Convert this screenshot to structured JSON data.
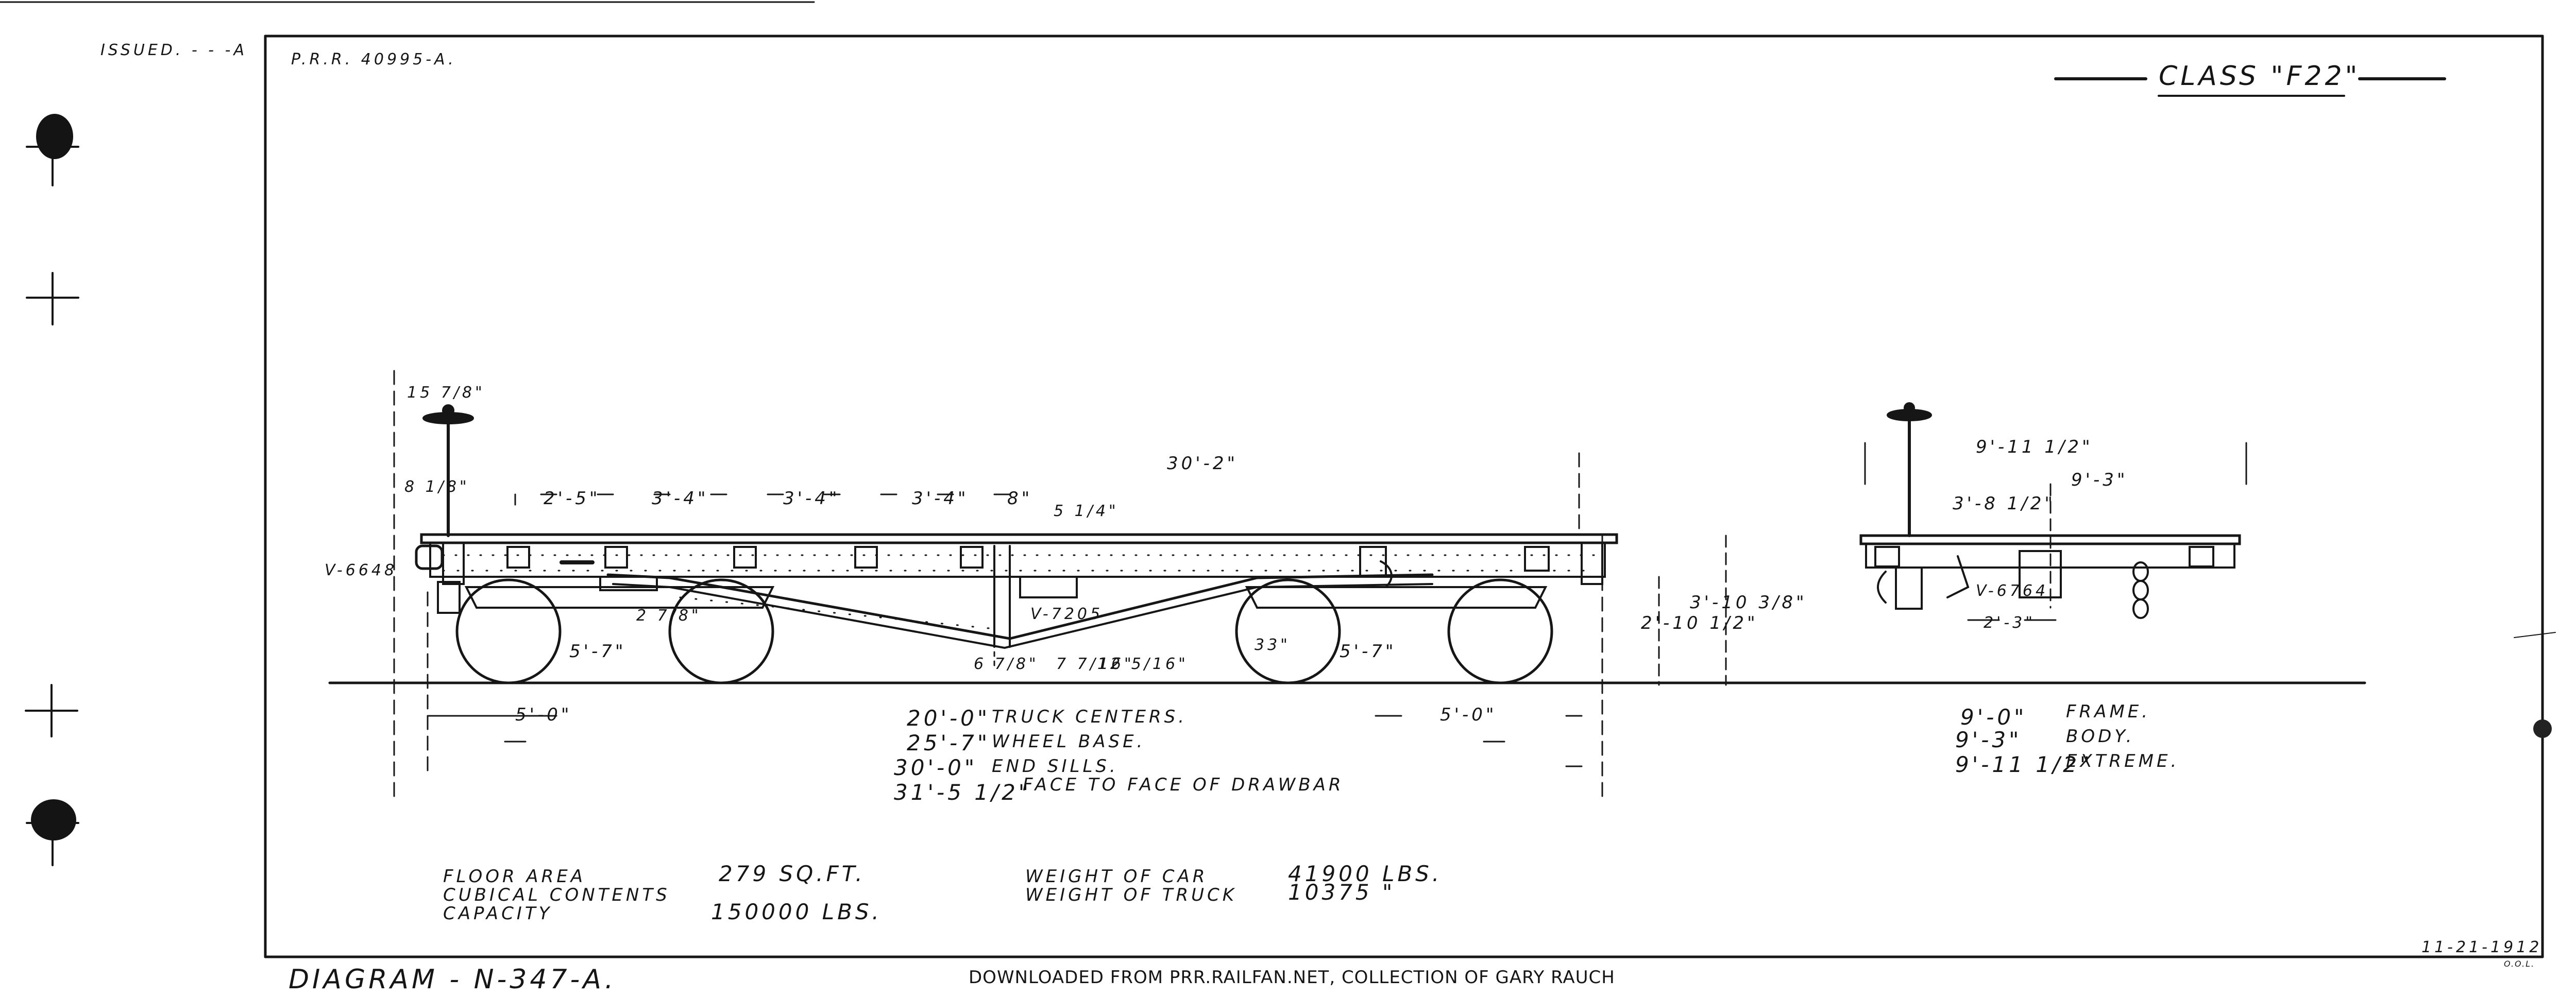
{
  "header": {
    "issued": "ISSUED. - - -A",
    "prr_number": "P.R.R. 40995-A.",
    "class_title": "CLASS \"F22\""
  },
  "side_view": {
    "overall_top": "30'-2\"",
    "segments": [
      "2'-5\"",
      "3'-4\"",
      "3'-4\"",
      "3'-4\"",
      "8\""
    ],
    "brake_offset": "15 7/8\"",
    "brake_height": "8 1/8\"",
    "small_top": "5 1/4\"",
    "coupler_ref": "V-6648",
    "bolster_ref": "V-7205",
    "fishbelly_left": "2 7/8\"",
    "wheel_left": "5'-7\"",
    "wheel_right": "5'-7\"",
    "wheel_dia": "33\"",
    "dim_a": "6 7/8\"",
    "dim_b": "7 7/16\"",
    "dim_c": "12 5/16\"",
    "height_deck": "2'-10 1/2\"",
    "height_top": "3'-10 3/8\"",
    "end_left": "5'-0\"",
    "end_right": "5'-0\""
  },
  "lengths": [
    {
      "value": "20'-0\"",
      "label": "TRUCK CENTERS."
    },
    {
      "value": "25'-7\"",
      "label": "WHEEL BASE."
    },
    {
      "value": "30'-0\"",
      "label": "END SILLS."
    },
    {
      "value": "31'-5 1/2\"",
      "label": "FACE TO FACE OF DRAWBAR"
    }
  ],
  "end_view": {
    "top_width": "9'-11 1/2\"",
    "width_2": "9'-3\"",
    "offset": "3'-8 1/2\"",
    "ref": "V-6764",
    "bottom": "2'-3\""
  },
  "widths": [
    {
      "value": "9'-0\"",
      "label": "FRAME."
    },
    {
      "value": "9'-3\"",
      "label": "BODY."
    },
    {
      "value": "9'-11 1/2\"",
      "label": "EXTREME."
    }
  ],
  "specs_left": [
    {
      "label": "FLOOR AREA",
      "value": "279 SQ.FT."
    },
    {
      "label": "CUBICAL CONTENTS",
      "value": ""
    },
    {
      "label": "CAPACITY",
      "value": "150000 LBS."
    }
  ],
  "specs_right": [
    {
      "label": "WEIGHT OF CAR",
      "value": "41900 LBS."
    },
    {
      "label": "WEIGHT OF TRUCK",
      "value": "10375 \""
    }
  ],
  "footer": {
    "diagram": "DIAGRAM - N-347-A.",
    "credit": "DOWNLOADED FROM PRR.RAILFAN.NET, COLLECTION OF GARY RAUCH",
    "date": "11-21-1912",
    "initials": "O.O.L."
  }
}
